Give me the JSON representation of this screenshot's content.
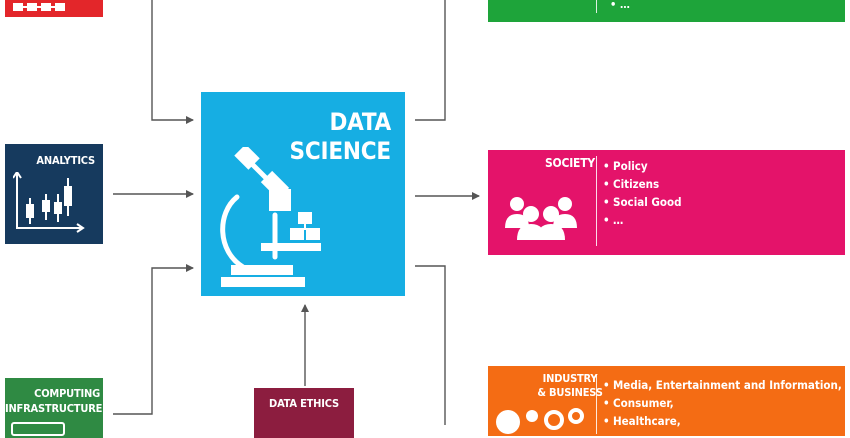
{
  "diagram": {
    "center": {
      "label": "DATA\nSCIENCE",
      "icon": "microscope-icon"
    },
    "analytics": {
      "label": "ANALYTICS",
      "icon": "candlestick-chart-icon"
    },
    "computing": {
      "label": "COMPUTING\nINFRASTRUCTURE"
    },
    "ethics": {
      "label": "DATA ETHICS"
    },
    "green_box": {
      "bullets": [
        "…"
      ]
    },
    "society": {
      "label": "SOCIETY",
      "icon": "people-group-icon",
      "bullets": [
        "Policy",
        "Citizens",
        "Social Good",
        "…"
      ]
    },
    "industry": {
      "label": "INDUSTRY\n& BUSINESS",
      "bullets": [
        "Media, Entertainment and Information,",
        "Consumer,",
        "Healthcare,"
      ]
    },
    "colors": {
      "data_science": "#16aee3",
      "analytics": "#163a5e",
      "computing": "#2f8a43",
      "ethics": "#8c1d3f",
      "society": "#e4136a",
      "industry": "#f46c14",
      "green_box": "#1ea43a",
      "red_box": "#e3262a",
      "arrows": "#555555"
    }
  }
}
